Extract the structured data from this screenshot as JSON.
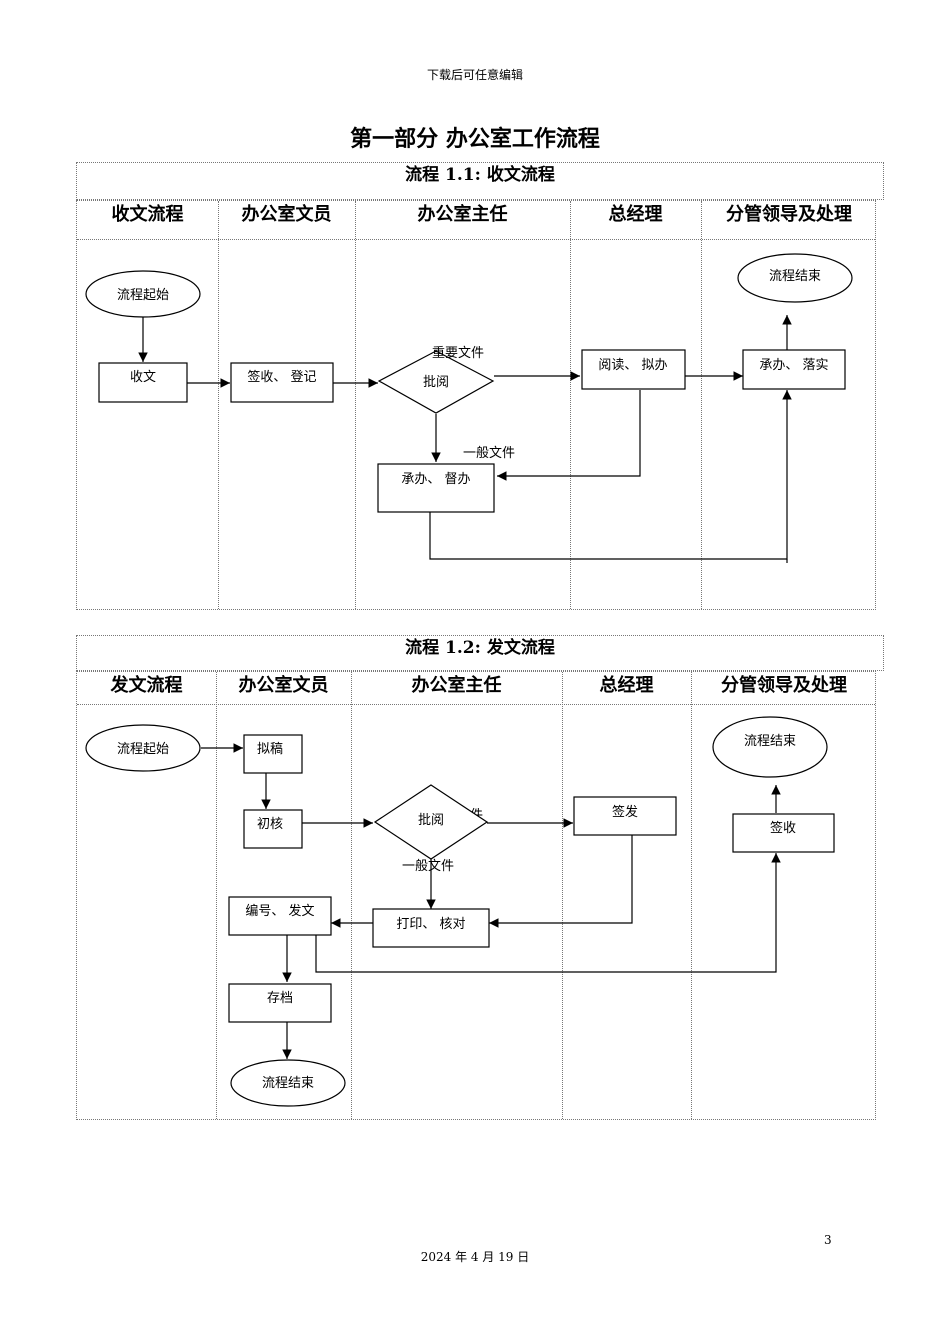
{
  "header_note": "下载后可任意编辑",
  "main_title": "第一部分  办公室工作流程",
  "flow1": {
    "caption": "流程 1.1: 收文流程",
    "lanes": [
      "收文流程",
      "办公室文员",
      "办公室主任",
      "总经理",
      "分管领导及处理"
    ],
    "nodes": {
      "start": "流程起始",
      "receive": "收文",
      "sign_register": "签收、 登记",
      "review": "批阅",
      "read_handle": "阅读、 拟办",
      "undertake_implement": "承办、 落实",
      "end": "流程结束",
      "undertake_supervise": "承办、 督办"
    },
    "labels": {
      "important": "重要文件",
      "general": "一般文件"
    }
  },
  "flow2": {
    "caption": "流程 1.2: 发文流程",
    "lanes": [
      "发文流程",
      "办公室文员",
      "办公室主任",
      "总经理",
      "分管领导及处理"
    ],
    "nodes": {
      "start": "流程起始",
      "draft": "拟稿",
      "first_review": "初核",
      "review": "批阅",
      "sign_issue": "签发",
      "end_right": "流程结束",
      "sign_receive": "签收",
      "number_issue": "编号、 发文",
      "print_check": "打印、 核对",
      "archive": "存档",
      "end_left": "流程结束"
    },
    "labels": {
      "important": "重要文件",
      "general": "一般文件"
    }
  },
  "page_number": "3",
  "footer_date": "2024 年 4 月 19 日"
}
